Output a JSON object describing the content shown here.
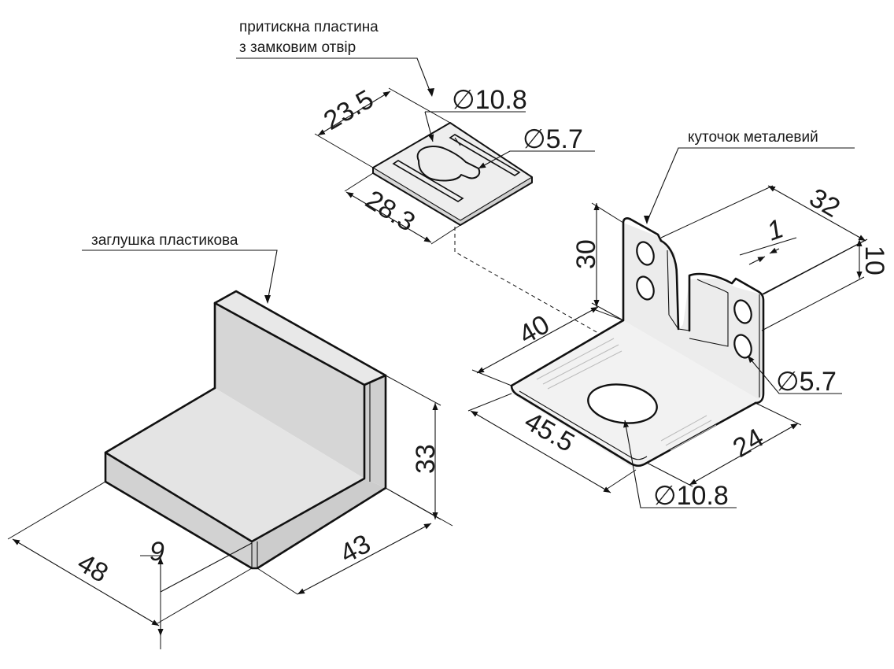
{
  "labels": {
    "plate_line1": "притискна пластина",
    "plate_line2": "з замковим отвір",
    "bracket": "куточок металевий",
    "plug": "заглушка пластикова"
  },
  "dimensions": {
    "plate_width": "23.5",
    "plate_length": "28.3",
    "plate_hole_large": "∅10.8",
    "plate_hole_small": "∅5.7",
    "bracket_width": "32",
    "bracket_slot": "1",
    "bracket_hole_offset": "10",
    "bracket_height": "30",
    "bracket_depth": "40",
    "bracket_base_length": "45.5",
    "bracket_base_width": "24",
    "bracket_wall_holes": "∅5.7",
    "bracket_base_hole": "∅10.8",
    "plug_height": "33",
    "plug_width": "43",
    "plug_length": "48",
    "plug_thickness": "9"
  },
  "colors": {
    "plug_front": "#d4d4d4",
    "plug_top": "#e6e6e6",
    "metal": "#eeeeee",
    "line": "#111111"
  }
}
